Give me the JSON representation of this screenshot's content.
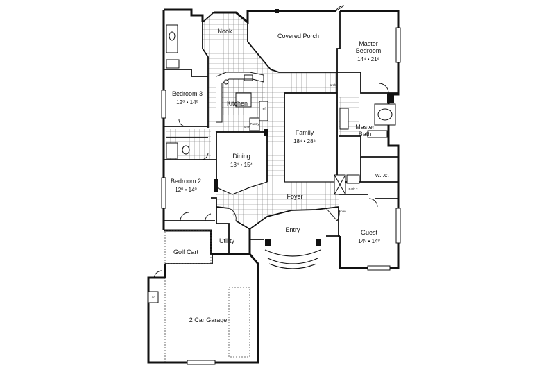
{
  "rooms": {
    "nook": "Nook",
    "covered_porch": "Covered Porch",
    "master_bedroom_l1": "Master",
    "master_bedroom_l2": "Bedroom",
    "master_bedroom_dim": "14⁴ • 21⁶",
    "bedroom3": "Bedroom 3",
    "bedroom3_dim": "12⁰ • 14⁰",
    "kitchen": "Kitchen",
    "family": "Family",
    "family_dim": "18⁴ • 28⁸",
    "master_bath_l1": "Master",
    "master_bath_l2": "Bath",
    "dining": "Dining",
    "dining_dim": "13⁴ • 15⁴",
    "wic": "w.i.c.",
    "bedroom2": "Bedroom 2",
    "bedroom2_dim": "12⁰ • 14⁰",
    "foyer": "Foyer",
    "entry": "Entry",
    "guest": "Guest",
    "guest_dim": "14⁰ • 14⁰",
    "utility": "Utility",
    "golf_cart": "Golf Cart",
    "garage": "2 Car Garage"
  },
  "small_labels": {
    "arch_kitchen": "arch",
    "arch_master": "arch",
    "pantry": "Pantry",
    "ref": "ref",
    "linen": "linen",
    "bath2": "Bath 2",
    "ac": "ac"
  }
}
